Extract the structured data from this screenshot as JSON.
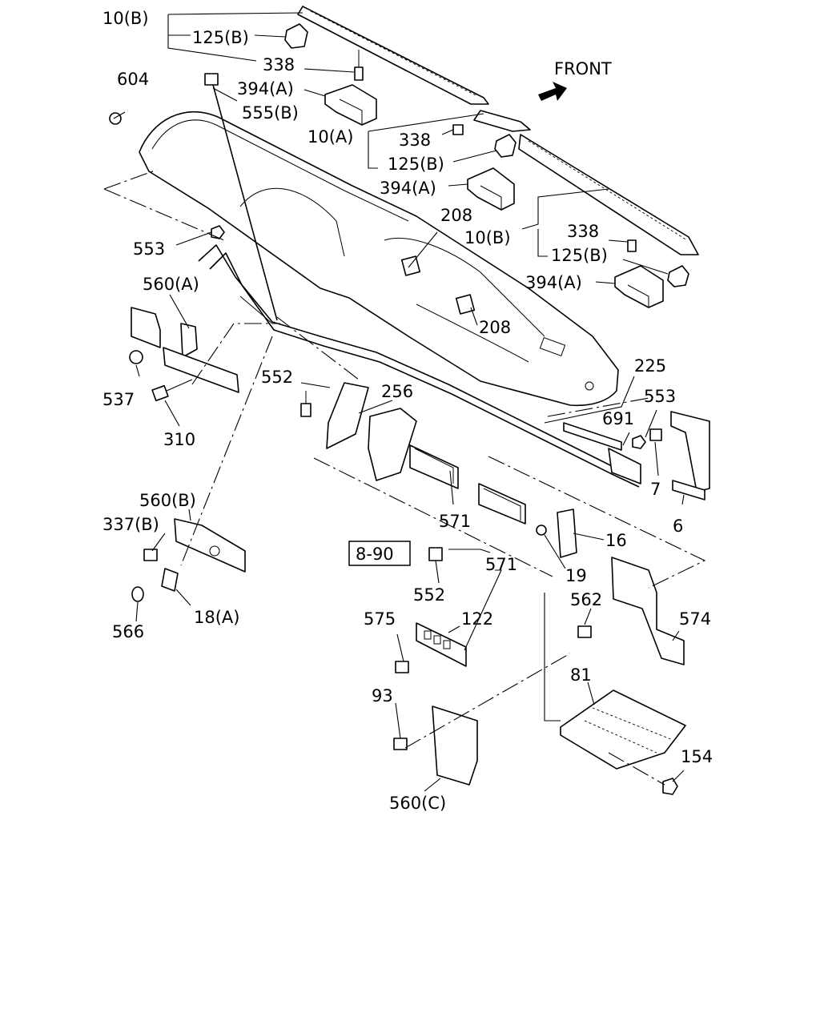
{
  "direction_label": "FRONT",
  "reference_box": "8-90",
  "callouts": [
    {
      "id": "c-10b-top",
      "text": "10(B)"
    },
    {
      "id": "c-125b-top",
      "text": "125(B)"
    },
    {
      "id": "c-338-top",
      "text": "338"
    },
    {
      "id": "c-604",
      "text": "604"
    },
    {
      "id": "c-394a-top",
      "text": "394(A)"
    },
    {
      "id": "c-555b",
      "text": "555(B)"
    },
    {
      "id": "c-10a",
      "text": "10(A)"
    },
    {
      "id": "c-338-mid",
      "text": "338"
    },
    {
      "id": "c-125b-mid",
      "text": "125(B)"
    },
    {
      "id": "c-394a-mid",
      "text": "394(A)"
    },
    {
      "id": "c-208-top",
      "text": "208"
    },
    {
      "id": "c-10b-right",
      "text": "10(B)"
    },
    {
      "id": "c-338-right",
      "text": "338"
    },
    {
      "id": "c-125b-right",
      "text": "125(B)"
    },
    {
      "id": "c-394a-right",
      "text": "394(A)"
    },
    {
      "id": "c-553-left",
      "text": "553"
    },
    {
      "id": "c-560a",
      "text": "560(A)"
    },
    {
      "id": "c-208-bottom",
      "text": "208"
    },
    {
      "id": "c-225",
      "text": "225"
    },
    {
      "id": "c-552-top",
      "text": "552"
    },
    {
      "id": "c-256",
      "text": "256"
    },
    {
      "id": "c-553-right",
      "text": "553"
    },
    {
      "id": "c-537",
      "text": "537"
    },
    {
      "id": "c-310",
      "text": "310"
    },
    {
      "id": "c-691",
      "text": "691"
    },
    {
      "id": "c-7",
      "text": "7"
    },
    {
      "id": "c-560b",
      "text": "560(B)"
    },
    {
      "id": "c-571-a",
      "text": "571"
    },
    {
      "id": "c-6",
      "text": "6"
    },
    {
      "id": "c-337b",
      "text": "337(B)"
    },
    {
      "id": "c-16",
      "text": "16"
    },
    {
      "id": "c-571-b",
      "text": "571"
    },
    {
      "id": "c-19",
      "text": "19"
    },
    {
      "id": "c-552-bottom",
      "text": "552"
    },
    {
      "id": "c-562",
      "text": "562"
    },
    {
      "id": "c-18a",
      "text": "18(A)"
    },
    {
      "id": "c-566",
      "text": "566"
    },
    {
      "id": "c-575",
      "text": "575"
    },
    {
      "id": "c-122",
      "text": "122"
    },
    {
      "id": "c-574",
      "text": "574"
    },
    {
      "id": "c-93",
      "text": "93"
    },
    {
      "id": "c-81",
      "text": "81"
    },
    {
      "id": "c-154",
      "text": "154"
    },
    {
      "id": "c-560c",
      "text": "560(C)"
    }
  ]
}
